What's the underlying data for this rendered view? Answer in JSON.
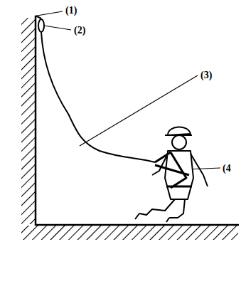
{
  "diagram": {
    "labels": [
      "(1)",
      "(2)",
      "(3)",
      "(4"
    ]
  }
}
